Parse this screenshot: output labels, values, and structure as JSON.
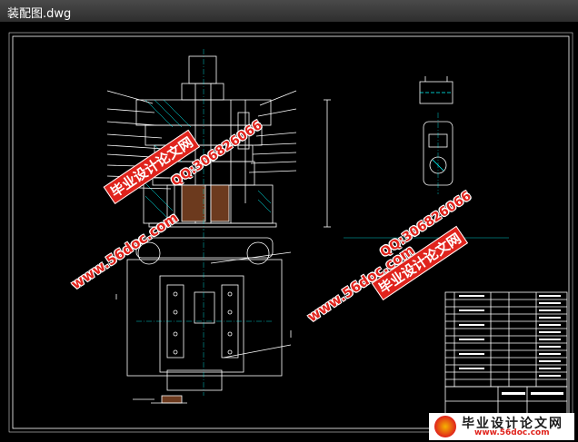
{
  "window": {
    "title": "装配图.dwg"
  },
  "drawing": {
    "line_color": "#ffffff",
    "accent_color": "#00ffff",
    "background": "#000000"
  },
  "watermarks": [
    {
      "text": "毕业设计论文网",
      "style": "box"
    },
    {
      "text": "QQ:306826066",
      "style": "red"
    },
    {
      "text": "www.56doc.com",
      "style": "red"
    },
    {
      "text": "www.56doc.com",
      "style": "red"
    },
    {
      "text": "QQ:306826066",
      "style": "red"
    },
    {
      "text": "毕业设计论文网",
      "style": "box"
    }
  ],
  "logo": {
    "name": "毕业设计论文网",
    "url": "www.56doc.com",
    "icon": "site-logo-icon"
  }
}
